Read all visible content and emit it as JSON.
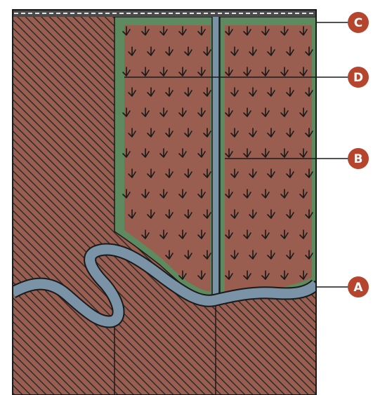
{
  "callouts": {
    "A": "A",
    "B": "B",
    "C": "C",
    "D": "D"
  },
  "colors": {
    "soil": "#9a5e50",
    "hatch_line": "#2b2b2b",
    "fill_brown": "#9a5e50",
    "liner_green": "#5e8a60",
    "pipe_blue": "#7a93a6",
    "cap_dark": "#4a4a4a",
    "cap_light": "#e6e6e6",
    "callout_fill": "#b5462d",
    "outline": "#1a1a1a"
  }
}
